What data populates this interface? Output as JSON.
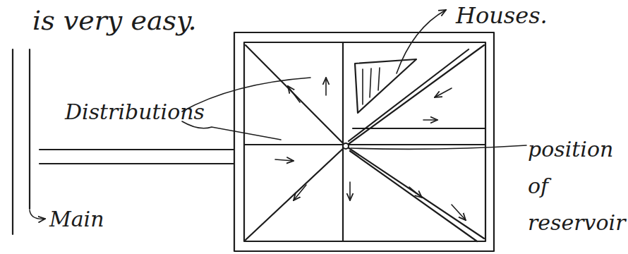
{
  "diagram": {
    "labels": [
      "is very easy.",
      "Houses.",
      "Distributions",
      "Main",
      "position of reservoir"
    ]
  }
}
